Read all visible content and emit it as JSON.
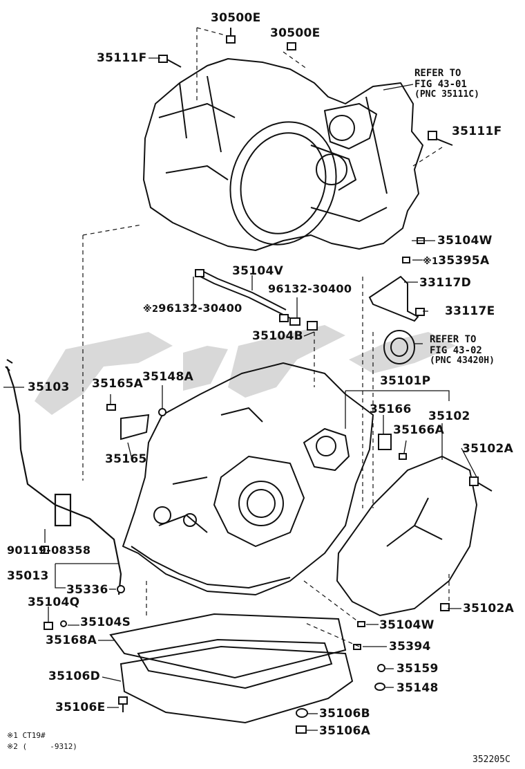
{
  "part_labels": {
    "p30500E_top": "30500E",
    "p30500E_right": "30500E",
    "p35111F_left": "35111F",
    "p35111F_right": "35111F",
    "p35104W_top": "35104W",
    "p35395A": "35395A",
    "p35104V": "35104V",
    "p96132_left": "96132-30400",
    "p96132_right": "96132-30400",
    "p33117D": "33117D",
    "p33117E": "33117E",
    "p35104B": "35104B",
    "p35103": "35103",
    "p35165A": "35165A",
    "p35148A": "35148A",
    "p35101P": "35101P",
    "p35166": "35166",
    "p35102": "35102",
    "p35166A": "35166A",
    "p35102A_top": "35102A",
    "p35165": "35165",
    "p90119": "90119-08358",
    "p35013": "35013",
    "p35336": "35336",
    "p35104Q": "35104Q",
    "p35104S": "35104S",
    "p35102A_bottom": "35102A",
    "p35104W_bottom": "35104W",
    "p35168A": "35168A",
    "p35394": "35394",
    "p35106D": "35106D",
    "p35159": "35159",
    "p35148": "35148",
    "p35106E": "35106E",
    "p35106B": "35106B",
    "p35106A": "35106A"
  },
  "markers": {
    "mark1": "※1",
    "mark2": "※2"
  },
  "references": {
    "ref1_line1": "REFER TO",
    "ref1_line2": "FIG 43-01",
    "ref1_line3": "(PNC 35111C)",
    "ref2_line1": "REFER TO",
    "ref2_line2": "FIG 43-02",
    "ref2_line3": "(PNC 43420H)"
  },
  "footnotes": {
    "note1": "※1 CT19#",
    "note2": "※2 (     -9312)"
  },
  "figure_code": "352205C"
}
